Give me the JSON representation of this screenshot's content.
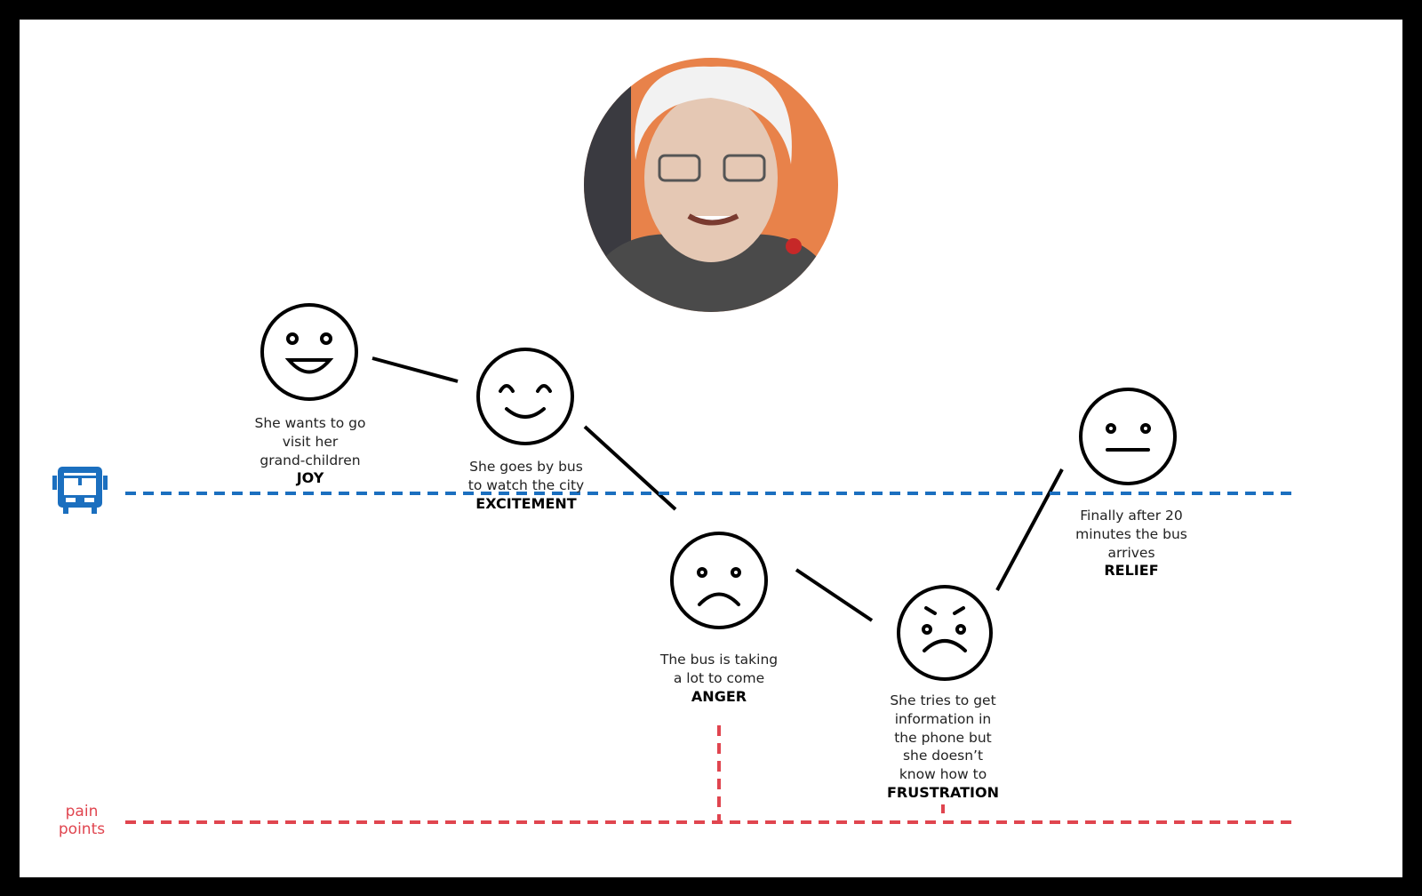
{
  "title": "User journey map",
  "colors": {
    "bus_line": "#1b6fbf",
    "pain_line": "#e0454f",
    "photo_bg": "#e8824a"
  },
  "persona": {
    "photo": "elderly-woman-portrait"
  },
  "lanes": {
    "bus_icon": "bus-icon",
    "pain_label_1": "pain",
    "pain_label_2": "points"
  },
  "stages": [
    {
      "emotion": "JOY",
      "face": "laughing-face",
      "lines": [
        "She wants to go",
        "visit her",
        "grand-children"
      ]
    },
    {
      "emotion": "EXCITEMENT",
      "face": "smiling-face",
      "lines": [
        "She goes by bus",
        "to watch the city"
      ]
    },
    {
      "emotion": "ANGER",
      "face": "sad-face",
      "lines": [
        "The bus is taking",
        "a lot to come"
      ]
    },
    {
      "emotion": "FRUSTRATION",
      "face": "angry-face",
      "lines": [
        "She tries to get",
        "information in",
        "the phone but",
        "she doesn’t",
        "know how to"
      ]
    },
    {
      "emotion": "RELIEF",
      "face": "neutral-face",
      "lines": [
        "Finally after 20",
        "minutes the bus",
        "arrives"
      ]
    }
  ]
}
